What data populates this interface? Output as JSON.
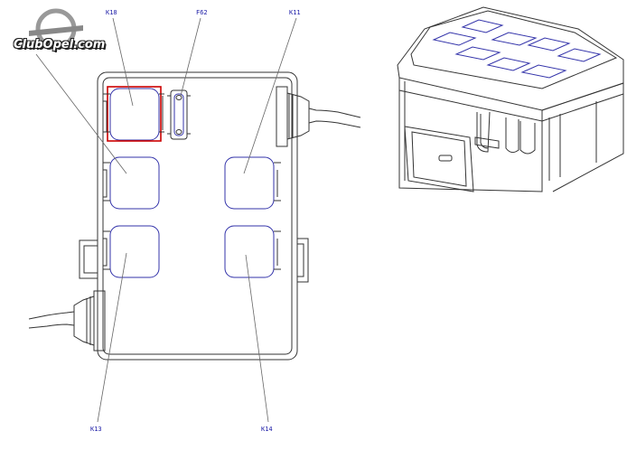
{
  "logo": {
    "text": "ClubOpel.com"
  },
  "labels": {
    "k18": "K18",
    "f62": "F62",
    "k11": "K11",
    "k13": "K13",
    "k14": "K14"
  },
  "colors": {
    "highlight": "#cc0000",
    "outline_blue": "#3333aa",
    "label_blue": "#1a1aa6"
  }
}
